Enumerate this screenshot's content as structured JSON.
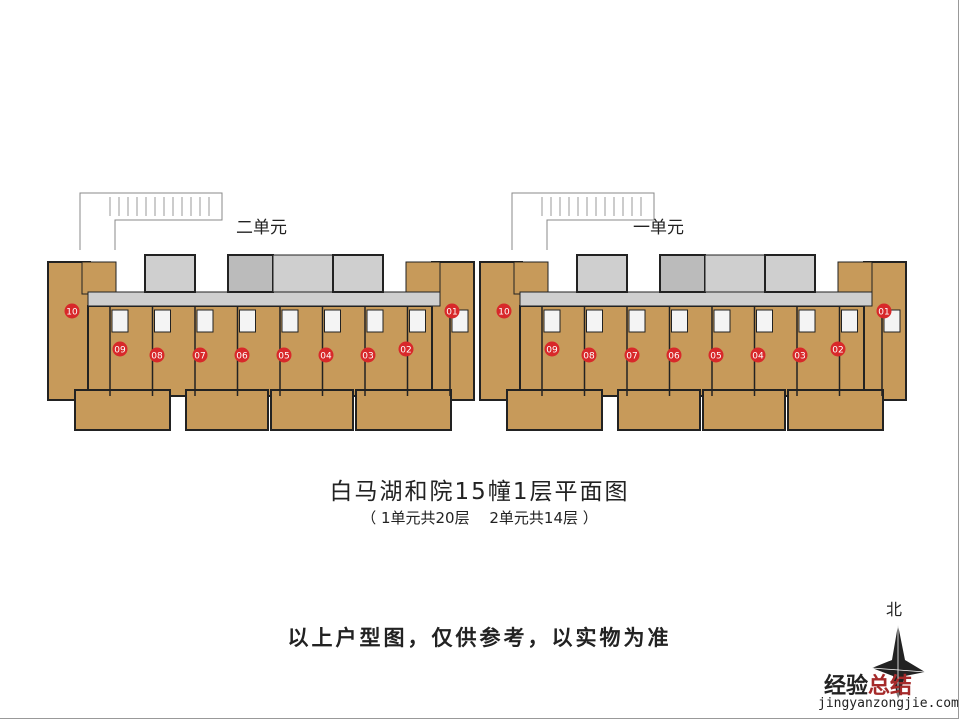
{
  "units": [
    {
      "label": "二单元",
      "apartments": [
        "10",
        "09",
        "08",
        "07",
        "06",
        "05",
        "04",
        "03",
        "02",
        "01"
      ]
    },
    {
      "label": "一单元",
      "apartments": [
        "10",
        "09",
        "08",
        "07",
        "06",
        "05",
        "04",
        "03",
        "02",
        "01"
      ]
    }
  ],
  "title": "白马湖和院15幢1层平面图",
  "subtitle": "（ 1单元共20层　 2单元共14层 ）",
  "disclaimer": "以上户型图，仅供参考，以实物为准",
  "north_label": "北",
  "watermark": {
    "part1": "经验",
    "part2": "总结",
    "url": "jingyanzongjie.com"
  },
  "colors": {
    "room": "#c79a5a",
    "corridor": "#cfcfcf",
    "badge": "#d8282a",
    "wall": "#222222"
  }
}
